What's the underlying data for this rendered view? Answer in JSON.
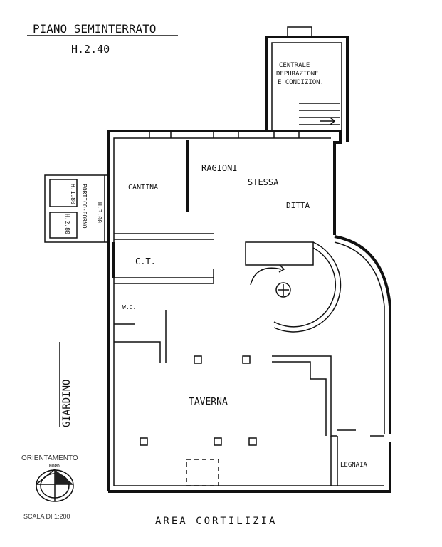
{
  "header": {
    "title": "PIANO SEMINTERRATO",
    "height": "H.2.40"
  },
  "rooms": {
    "plant_line1": "CENTRALE",
    "plant_line2": "DEPURAZIONE",
    "plant_line3": "E CONDIZION.",
    "cantina": "CANTINA",
    "ragioni": "RAGIONI",
    "stessa": "STESSA",
    "ditta": "DITTA",
    "ct": "C.T.",
    "wc": "W.C.",
    "taverna": "TAVERNA",
    "legnaia": "LEGNAIA",
    "portico": "PORTICO-FORNO",
    "h180": "H.1.80",
    "h280": "H.2.80",
    "h300": "H.3.00"
  },
  "surroundings": {
    "giardino": "GIARDINO",
    "area": "AREA CORTILIZIA"
  },
  "legend": {
    "orientation": "ORIENTAMENTO",
    "north": "NORD",
    "scale": "SCALA DI 1:200"
  }
}
